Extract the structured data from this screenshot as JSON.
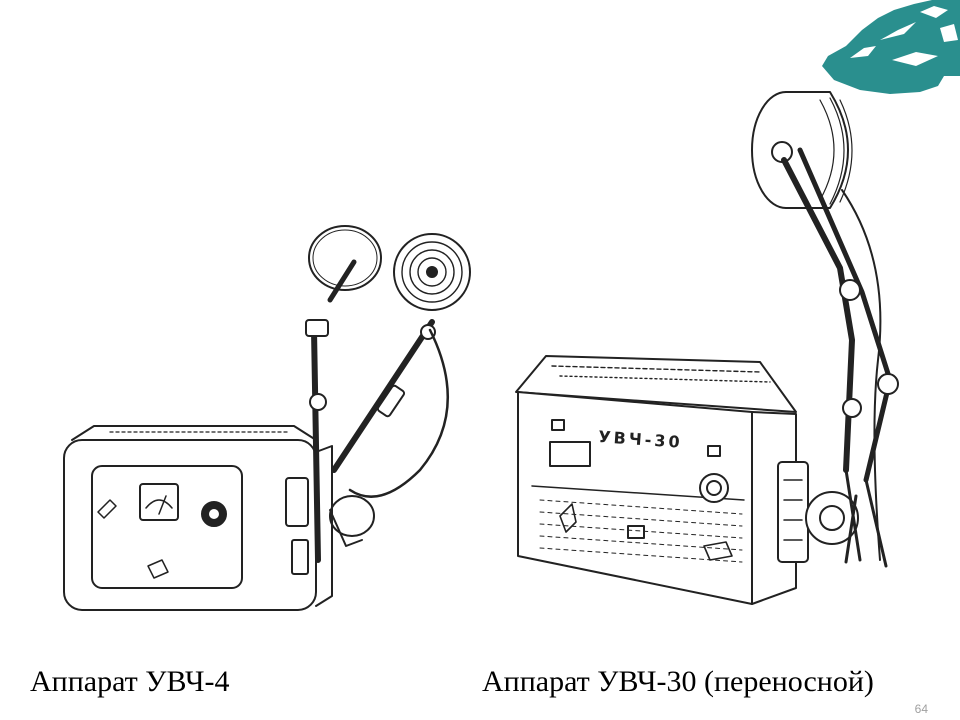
{
  "slide": {
    "captions": {
      "left": "Аппарат УВЧ-4",
      "right": "Аппарат УВЧ-30 (переносной)"
    },
    "device_panel_label": "УВЧ-30",
    "page_number": "64"
  },
  "colors": {
    "background": "#ffffff",
    "ink": "#222222",
    "logo_teal": "#2a8f8e",
    "page_number": "#a0a0a0"
  },
  "icons": {
    "logo": "horse-head-logo"
  }
}
